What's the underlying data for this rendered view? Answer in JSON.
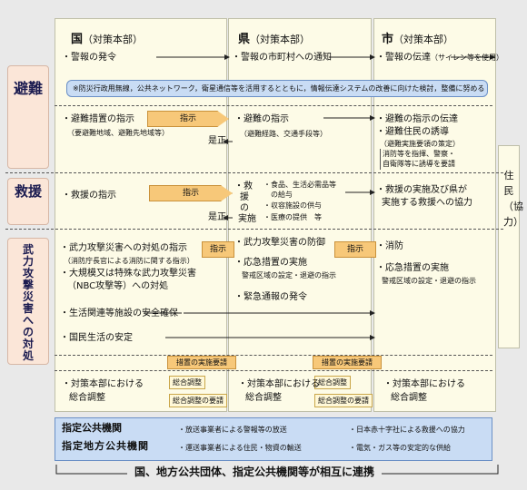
{
  "columns": {
    "kuni": {
      "title": "国",
      "sub": "（対策本部）"
    },
    "ken": {
      "title": "県",
      "sub": "（対策本部）"
    },
    "shi": {
      "title": "市",
      "sub": "（対策本部）"
    }
  },
  "side_labels": {
    "hinan": "避難",
    "kyuen": "救援",
    "buryoku": "武力攻撃災害への対処"
  },
  "resident": "住民（協力）",
  "warning": {
    "kuni": "・警報の発令",
    "ken": "・警報の市町村への通知",
    "shi": "・警報の伝達",
    "shi_sub": "（サイレン等を使用）"
  },
  "note": "※防災行政用無線，公共ネットワーク，衛星通信等を活用するとともに，情報伝達システムの改善に向けた検討，整備に努める",
  "evac": {
    "kuni": "・避難措置の指示",
    "kuni_sub": "（要避難地域、避難先地域等）",
    "arrow": "指示",
    "zesei": "是正",
    "ken": "・避難の指示",
    "ken_sub": "（避難経路、交通手段等）",
    "shi1": "・避難の指示の伝達",
    "shi2": "・避難住民の誘導",
    "shi2_sub": "（避難実施要領の策定）",
    "shi3": "消防等を指揮、警察・",
    "shi4": "自衛隊等に誘導を要請"
  },
  "relief": {
    "kuni": "・救援の指示",
    "arrow": "指示",
    "zesei": "是正",
    "ken_a": "・救",
    "ken_b": "援",
    "ken_c": "の",
    "ken_d": "実施",
    "ken_items1": "・食品、生活必需品等",
    "ken_items1b": "の給与",
    "ken_items2": "・収容施設の供与",
    "ken_items3": "・医療の提供　等",
    "shi1": "・救援の実施及び県が",
    "shi2": "実施する救援への協力"
  },
  "armed": {
    "kuni1": "・武力攻撃災害への対処の指示",
    "kuni1_sub": "（消防庁長官による消防に関する指示）",
    "arrow1": "指示",
    "kuni2": "・大規模又は特殊な武力攻撃災害",
    "kuni2b": "（NBC攻撃等）への対処",
    "kuni3": "・生活関連等施設の安全確保",
    "kuni4": "・国民生活の安定",
    "ken1": "・武力攻撃災害の防御",
    "ken2": "・応急措置の実施",
    "ken2_sub": "警戒区域の設定・退避の指示",
    "ken3": "・緊急通報の発令",
    "arrow2": "指示",
    "shi1": "・消防",
    "shi2": "・応急措置の実施",
    "shi2_sub": "警戒区域の設定・退避の指示"
  },
  "coord": {
    "req1": "措置の実施要請",
    "req2": "措置の実施要請",
    "adj1": "総合調整",
    "adj2": "総合調整",
    "adjreq1": "総合調整の要請",
    "adjreq2": "総合調整の要請",
    "kuni1": "・対策本部における",
    "kuni2": "総合調整",
    "ken1": "・対策本部における",
    "ken2": "総合調整",
    "shi1": "・対策本部における",
    "shi2": "総合調整"
  },
  "bottom": {
    "org1": "指定公共機関",
    "org2": "指定地方公共機関",
    "item1": "・放送事業者による警報等の放送",
    "item2": "・運送事業者による住民・物資の輸送",
    "item3": "・日本赤十字社による救援への協力",
    "item4": "・電気・ガス等の安定的な供給",
    "footer": "国、地方公共団体、指定公共機関等が相互に連携"
  }
}
